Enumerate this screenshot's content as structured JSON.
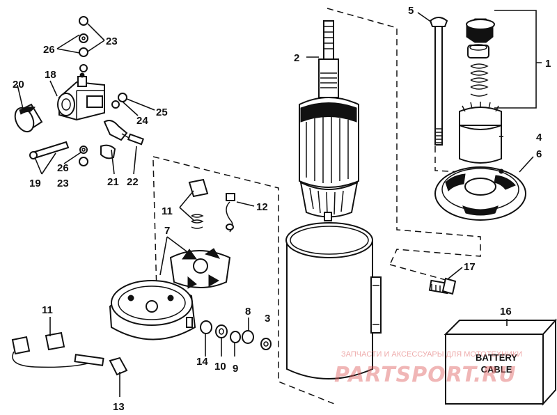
{
  "callouts": [
    {
      "id": "c1",
      "text": "1"
    },
    {
      "id": "c2",
      "text": "2"
    },
    {
      "id": "c3",
      "text": "3"
    },
    {
      "id": "c4",
      "text": "4"
    },
    {
      "id": "c5",
      "text": "5"
    },
    {
      "id": "c6",
      "text": "6"
    },
    {
      "id": "c7",
      "text": "7"
    },
    {
      "id": "c8",
      "text": "8"
    },
    {
      "id": "c9",
      "text": "9"
    },
    {
      "id": "c10",
      "text": "10"
    },
    {
      "id": "c11a",
      "text": "11"
    },
    {
      "id": "c11b",
      "text": "11"
    },
    {
      "id": "c12",
      "text": "12"
    },
    {
      "id": "c13",
      "text": "13"
    },
    {
      "id": "c14",
      "text": "14"
    },
    {
      "id": "c16",
      "text": "16"
    },
    {
      "id": "c17",
      "text": "17"
    },
    {
      "id": "c18",
      "text": "18"
    },
    {
      "id": "c19",
      "text": "19"
    },
    {
      "id": "c20",
      "text": "20"
    },
    {
      "id": "c21",
      "text": "21"
    },
    {
      "id": "c22",
      "text": "22"
    },
    {
      "id": "c23a",
      "text": "23"
    },
    {
      "id": "c23b",
      "text": "23"
    },
    {
      "id": "c24",
      "text": "24"
    },
    {
      "id": "c25",
      "text": "25"
    },
    {
      "id": "c26a",
      "text": "26"
    },
    {
      "id": "c26b",
      "text": "26"
    }
  ],
  "battery_cable_box": {
    "line1": "BATTERY",
    "line2": "CABLE"
  },
  "watermark": {
    "top_text": "ЗАПЧАСТИ И АКСЕССУАРЫ ДЛЯ МОТОТЕХНИКИ",
    "logo_text": "PARTSPORT.RU"
  },
  "colors": {
    "ink": "#111111",
    "background": "#ffffff",
    "watermark": "#e06060"
  }
}
